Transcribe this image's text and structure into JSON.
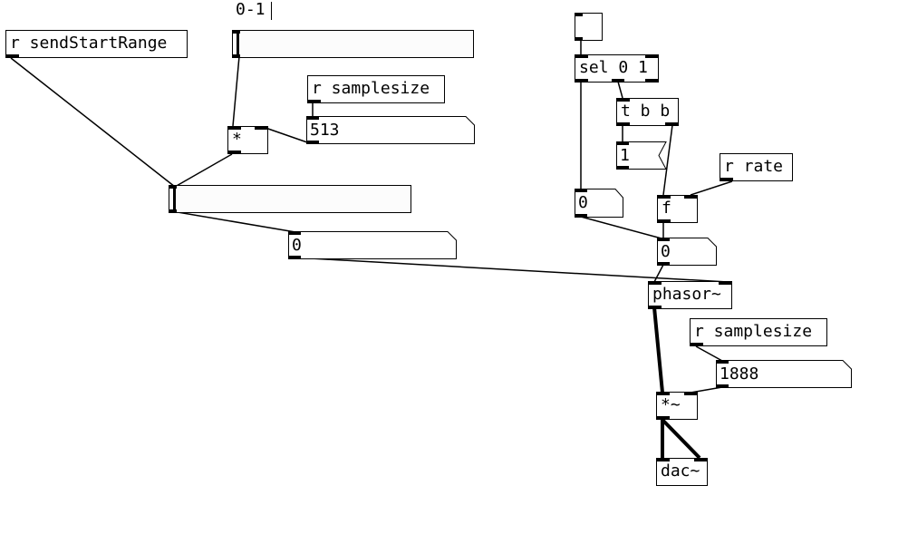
{
  "comments": {
    "range_label": "0-1"
  },
  "objects": {
    "r_sendStartRange": "r sendStartRange",
    "r_samplesize_1": "r samplesize",
    "mul": "*",
    "sel": "sel 0 1",
    "tbb": "t b b",
    "r_rate": "r rate",
    "f": "f",
    "phasor": "phasor~",
    "r_samplesize_2": "r samplesize",
    "mul_tilde": "*~",
    "dac": "dac~"
  },
  "numbers": {
    "num_513": "513",
    "num_0_left": "0",
    "num_0_mid": "0",
    "num_0_right": "0",
    "num_1888": "1888"
  },
  "messages": {
    "msg_1": "1"
  },
  "sliders": {
    "top_slider": 0,
    "mid_slider": 0
  }
}
